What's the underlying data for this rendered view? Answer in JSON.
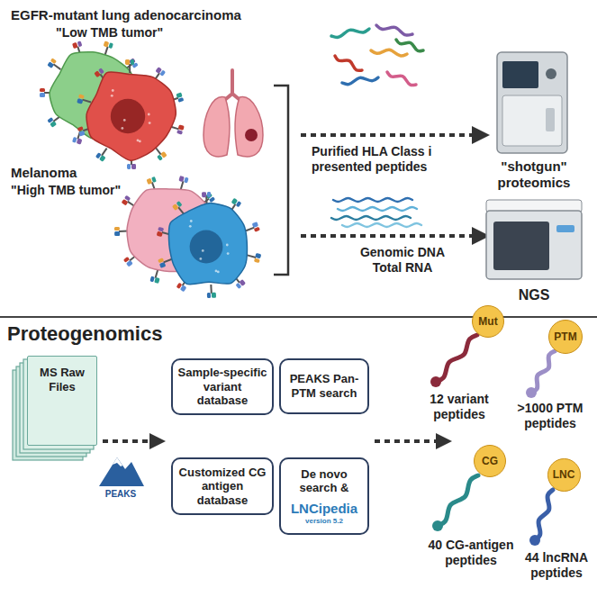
{
  "diagram": {
    "nodes": [
      {
        "text": [
          "MS Raw Files"
        ]
      },
      {
        "text": [
          "Sample-specific variant database"
        ]
      },
      {
        "text": [
          "PEAKS Pan-PTM search"
        ]
      },
      {
        "text": [
          "Customized CG antigen database"
        ]
      },
      {
        "text": [
          "De novo search &",
          "LNCipedia",
          "version 5.2"
        ]
      },
      {
        "text": [
          "Mut",
          "12 variant peptides"
        ]
      },
      {
        "text": [
          "PTM",
          ">1000 PTM peptides"
        ]
      },
      {
        "text": [
          "CG",
          "40 CG-antigen peptides"
        ]
      },
      {
        "text": [
          "LNC",
          "44 lncRNA peptides"
        ]
      }
    ],
    "labels": [
      "EGFR-mutant lung adenocarcinoma",
      "\"Low TMB tumor\"",
      "Melanoma",
      "\"High TMB tumor\"",
      "Purified HLA Class i presented peptides",
      "\"shotgun\" proteomics",
      "Genomic DNA Total RNA",
      "NGS",
      "Proteogenomics",
      "PEAKS"
    ]
  }
}
